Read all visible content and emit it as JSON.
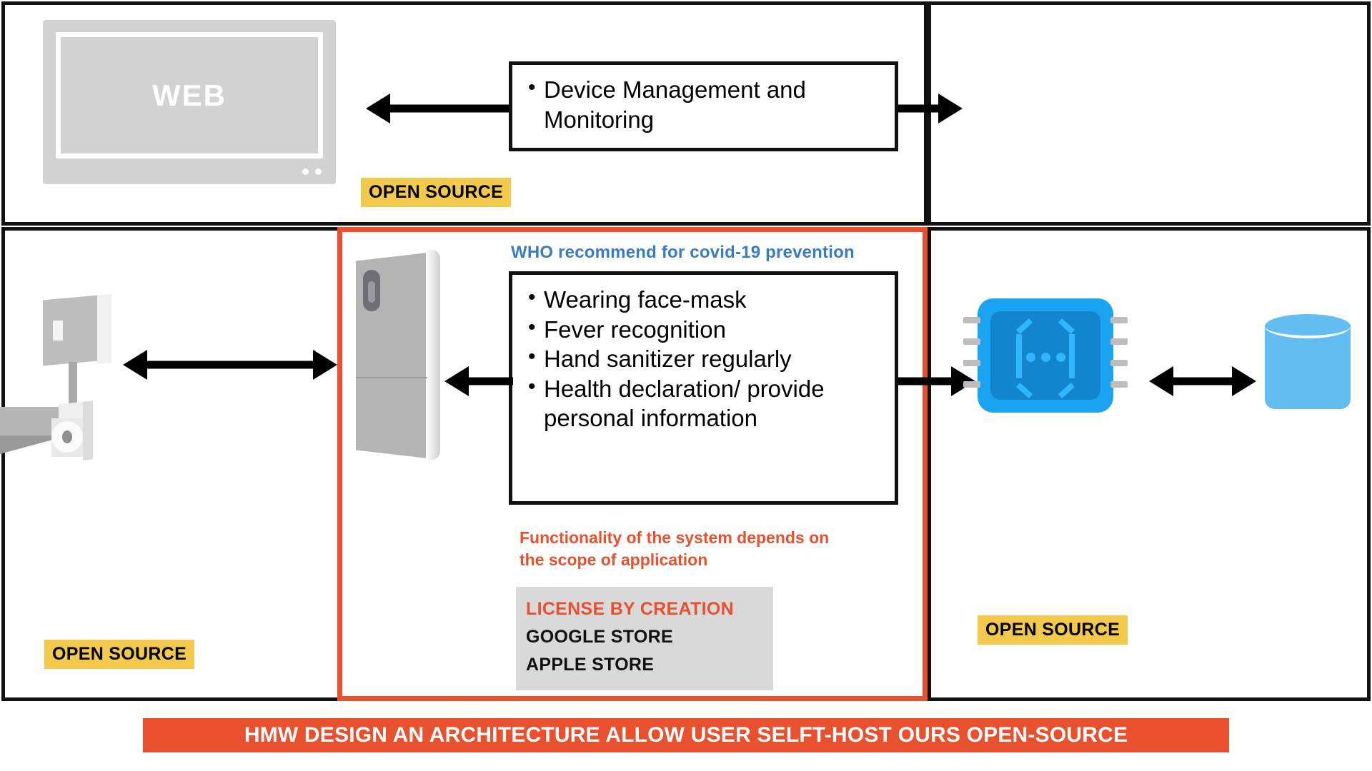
{
  "diagram": {
    "title_banner": "HMW DESIGN AN ARCHITECTURE ALLOW USER SELFT-HOST OURS OPEN-SOURCE",
    "colors": {
      "accent_orange": "#e8502e",
      "badge_yellow": "#f2c94c",
      "heading_blue": "#3a7cc4",
      "chip_blue": "#1aa3f0",
      "db_blue": "#62bdf0",
      "frame_black": "#111111",
      "license_gray": "#d9d9d9"
    }
  },
  "web_panel": {
    "device_label": "WEB",
    "badge": "OPEN SOURCE"
  },
  "device_callout": {
    "items": [
      "Device Management and Monitoring"
    ]
  },
  "mobile_panel": {
    "heading": "WHO recommend for covid-19 prevention",
    "items": [
      "Wearing face-mask",
      "Fever recognition",
      "Hand sanitizer regularly",
      "Health declaration/ provide personal information"
    ],
    "note": "Functionality of the system depends on the scope of application",
    "license": {
      "title": "LICENSE BY CREATION",
      "stores": [
        "GOOGLE STORE",
        "APPLE STORE"
      ]
    }
  },
  "sensor_panel": {
    "badge": "OPEN SOURCE"
  },
  "server_panel": {
    "badge": "OPEN SOURCE"
  },
  "icons": {
    "web_monitor": "monitor-icon",
    "kiosk": "kiosk-tablet-icon",
    "sensor": "access-control-sensor-icon",
    "camera": "security-camera-icon",
    "chip": "processor-chip-icon",
    "database": "database-cylinder-icon"
  },
  "arrows": {
    "device_to_web": "arrow-left",
    "device_to_right": "arrow-right",
    "sensor_kiosk": "arrow-bidirectional",
    "who_to_kiosk": "arrow-left",
    "who_to_chip": "arrow-right",
    "chip_db": "arrow-bidirectional"
  }
}
